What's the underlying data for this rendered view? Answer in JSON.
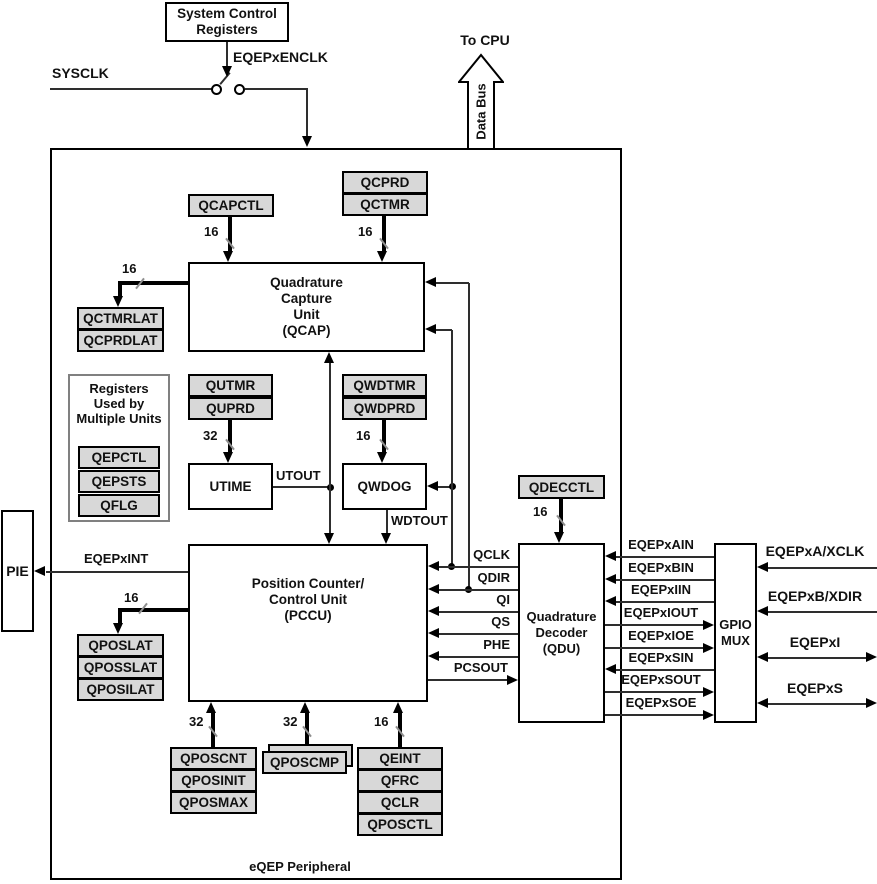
{
  "labels": {
    "sysclk": "SYSCLK",
    "enclk": "EQEPxENCLK",
    "system_control": "System Control\nRegisters",
    "to_cpu": "To CPU",
    "data_bus": "Data Bus",
    "pie": "PIE",
    "eqepxint": "EQEPxINT",
    "utout": "UTOUT",
    "wdtout": "WDTOUT",
    "gpio_mux": "GPIO\nMUX",
    "eqep_peripheral": "eQEP Peripheral"
  },
  "units": {
    "qcap": "Quadrature\nCapture\nUnit\n(QCAP)",
    "pccu": "Position Counter/\nControl Unit\n(PCCU)",
    "qdu": "Quadrature\nDecoder\n(QDU)",
    "utime": "UTIME",
    "qwdog": "QWDOG"
  },
  "registers": {
    "qcapctl": "QCAPCTL",
    "qcprd": "QCPRD",
    "qctmr": "QCTMR",
    "qctmrlat": "QCTMRLAT",
    "qcprdlat": "QCPRDLAT",
    "multi_title": "Registers\nUsed by\nMultiple Units",
    "multi": [
      "QEPCTL",
      "QEPSTS",
      "QFLG"
    ],
    "qutmr": "QUTMR",
    "quprd": "QUPRD",
    "qwdtmr": "QWDTMR",
    "qwdprd": "QWDPRD",
    "qdecctl": "QDECCTL",
    "poslat": [
      "QPOSLAT",
      "QPOSSLAT",
      "QPOSILAT"
    ],
    "poscnt": [
      "QPOSCNT",
      "QPOSINIT",
      "QPOSMAX"
    ],
    "qposcmp": "QPOSCMP",
    "qeint": [
      "QEINT",
      "QFRC",
      "QCLR",
      "QPOSCTL"
    ]
  },
  "bus": {
    "w16": "16",
    "w32": "32"
  },
  "signals": {
    "pccu_qdu": [
      "QCLK",
      "QDIR",
      "QI",
      "QS",
      "PHE",
      "PCSOUT"
    ],
    "qdu_mux": [
      "EQEPxAIN",
      "EQEPxBIN",
      "EQEPxIIN",
      "EQEPxIOUT",
      "EQEPxIOE",
      "EQEPxSIN",
      "EQEPxSOUT",
      "EQEPxSOE"
    ],
    "pins": [
      "EQEPxA/XCLK",
      "EQEPxB/XDIR",
      "EQEPxI",
      "EQEPxS"
    ]
  },
  "colors": {
    "register_fill": "#d8d8d8",
    "line": "#000000",
    "multi_container_border": "#808080"
  }
}
